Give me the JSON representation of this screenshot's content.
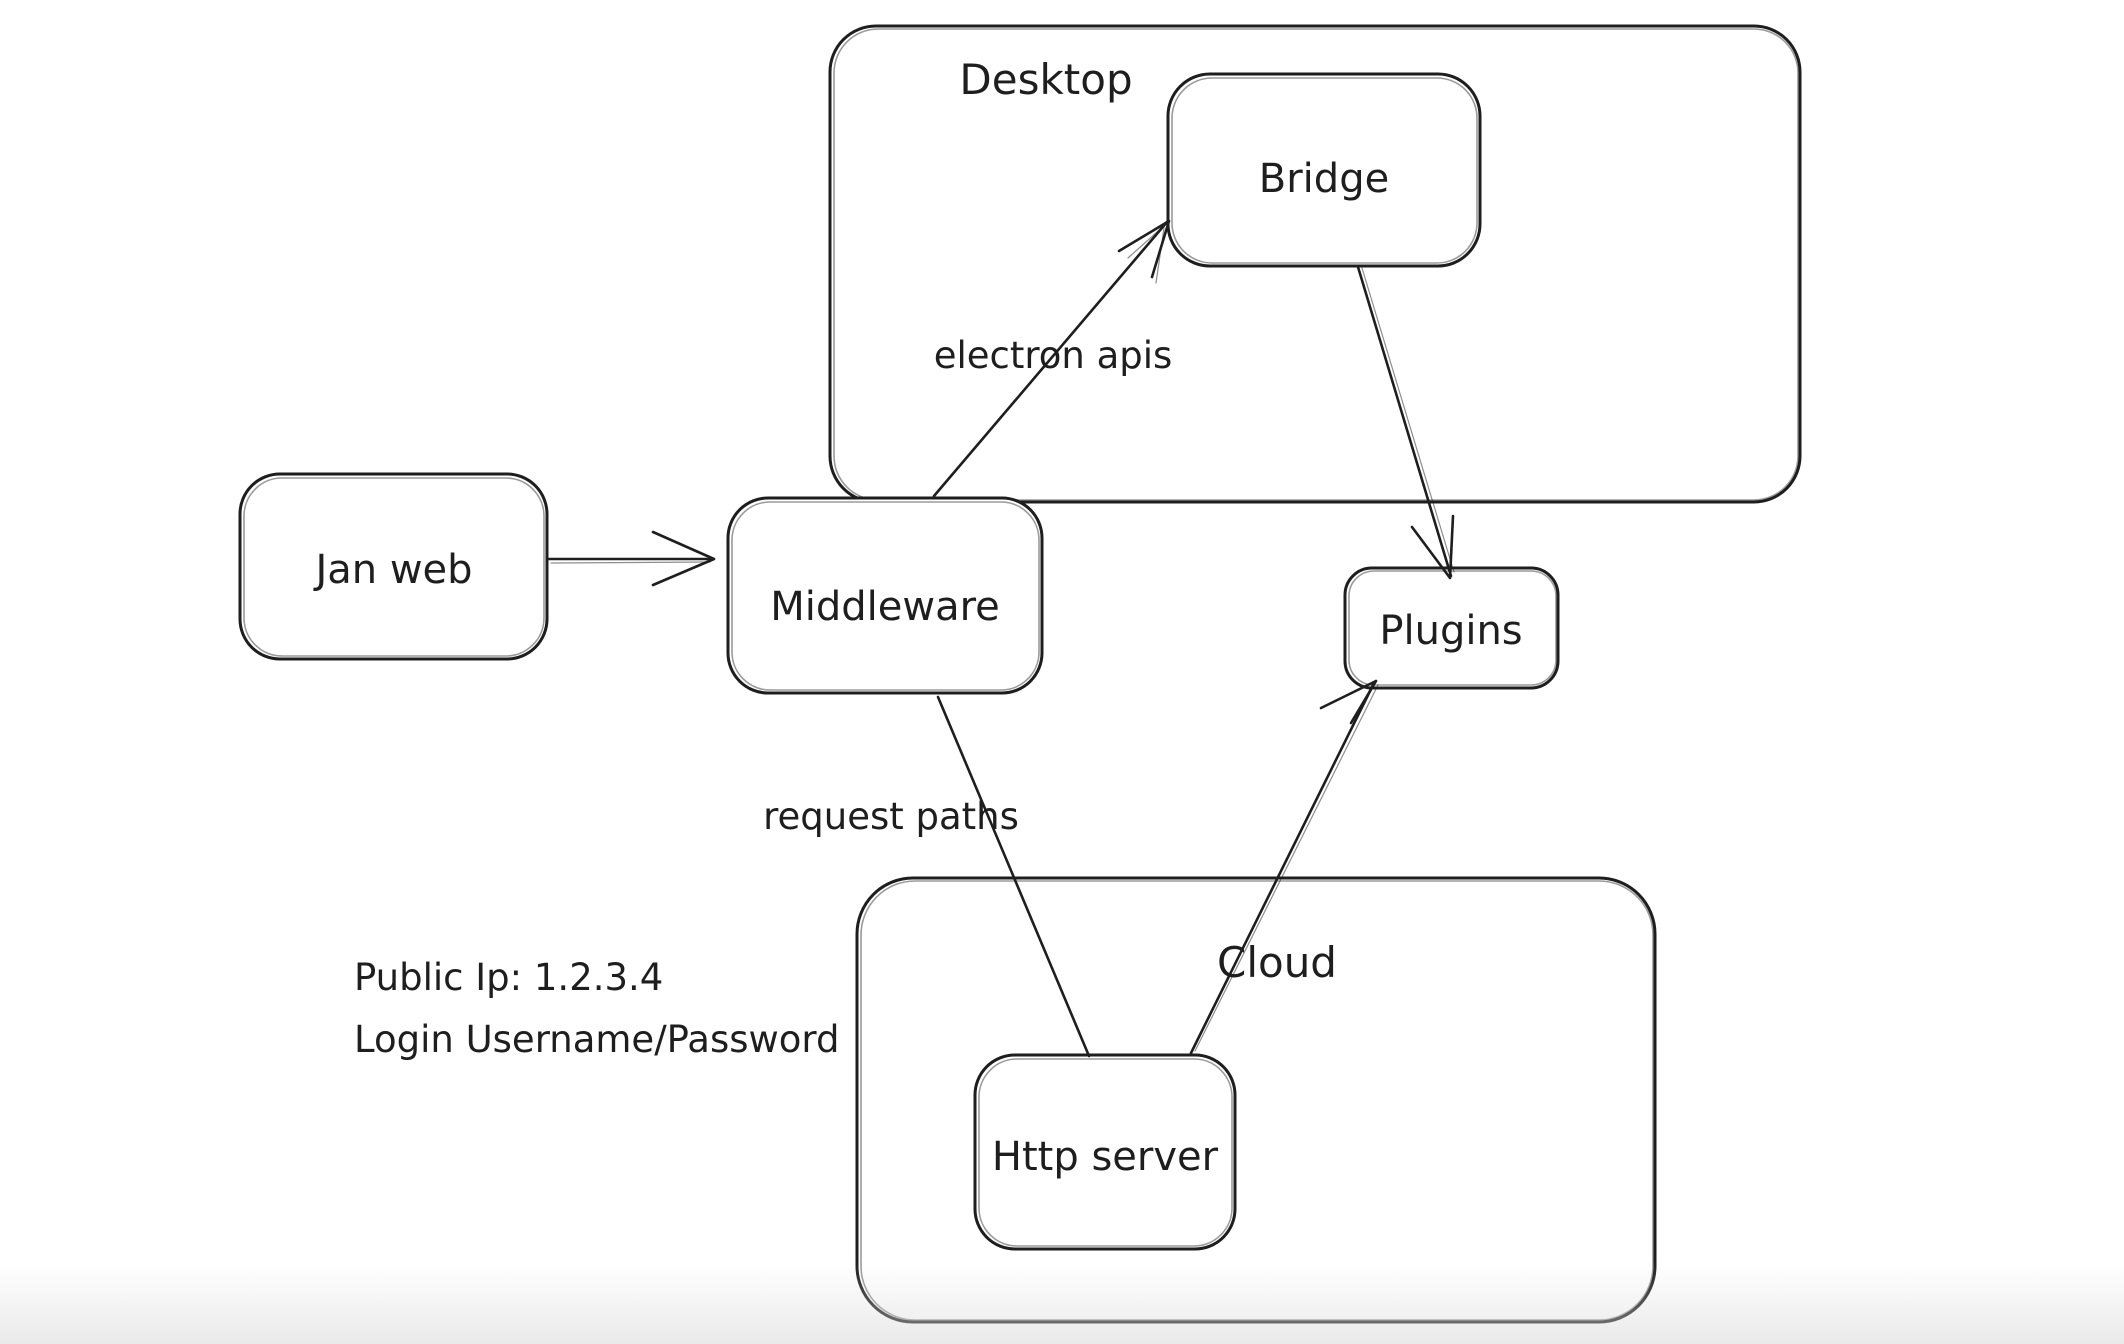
{
  "canvas": {
    "background_color": "#ffffff",
    "stroke_color": "#1e1e1e",
    "bottom_fade_color": "#e9e9e9"
  },
  "containers": [
    {
      "id": "desktop",
      "label": "Desktop"
    },
    {
      "id": "cloud",
      "label": "Cloud"
    }
  ],
  "nodes": [
    {
      "id": "jan-web",
      "label": "Jan web"
    },
    {
      "id": "middleware",
      "label": "Middleware"
    },
    {
      "id": "bridge",
      "label": "Bridge"
    },
    {
      "id": "plugins",
      "label": "Plugins"
    },
    {
      "id": "http-server",
      "label": "Http server"
    }
  ],
  "edges": [
    {
      "id": "jan-web-to-middleware",
      "from": "jan-web",
      "to": "middleware",
      "label": ""
    },
    {
      "id": "middleware-to-bridge",
      "from": "middleware",
      "to": "bridge",
      "label": "electron apis"
    },
    {
      "id": "bridge-to-plugins",
      "from": "bridge",
      "to": "plugins",
      "label": ""
    },
    {
      "id": "middleware-to-http-server",
      "from": "middleware",
      "to": "http-server",
      "label": "request paths"
    },
    {
      "id": "http-server-to-plugins",
      "from": "http-server",
      "to": "plugins",
      "label": ""
    }
  ],
  "annotations": [
    {
      "id": "public-ip-note",
      "text": "Public Ip: 1.2.3.4"
    },
    {
      "id": "login-note",
      "text": "Login Username/Password"
    }
  ]
}
